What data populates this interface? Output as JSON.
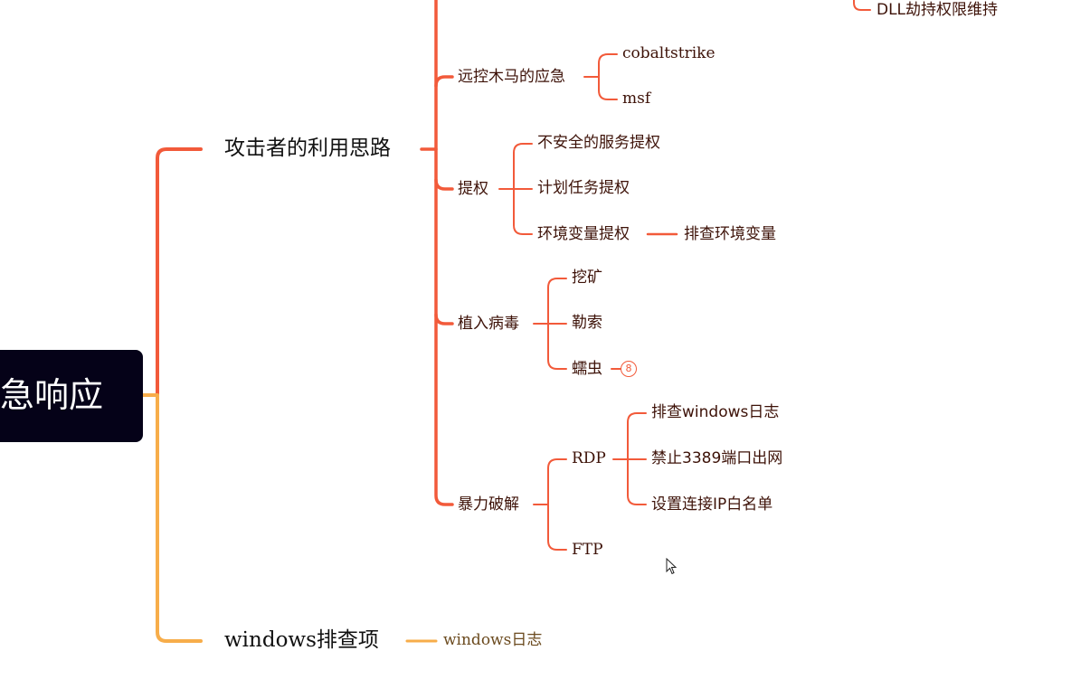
{
  "root": {
    "label": "急响应"
  },
  "colors": {
    "branch_red": "#f25a3a",
    "branch_orange": "#f7ad4a",
    "text_dark_red": "#3d1208",
    "root_bg": "#050218"
  },
  "branches": {
    "attacker": {
      "label": "攻击者的利用思路",
      "dll": "DLL劫持权限维持",
      "remote_trojan": {
        "label": "远控木马的应急",
        "children": [
          "cobaltstrike",
          "msf"
        ]
      },
      "privilege": {
        "label": "提权",
        "children": [
          "不安全的服务提权",
          "计划任务提权",
          "环境变量提权"
        ],
        "env_child": "排查环境变量"
      },
      "virus": {
        "label": "植入病毒",
        "children": [
          "挖矿",
          "勒索",
          "蠕虫"
        ],
        "worm_badge": "8"
      },
      "brute": {
        "label": "暴力破解",
        "rdp": {
          "label": "RDP",
          "children": [
            "排查windows日志",
            "禁止3389端口出网",
            "设置连接IP白名单"
          ]
        },
        "ftp": "FTP"
      }
    },
    "windows": {
      "label": "windows排查项",
      "child": "windows日志"
    }
  }
}
